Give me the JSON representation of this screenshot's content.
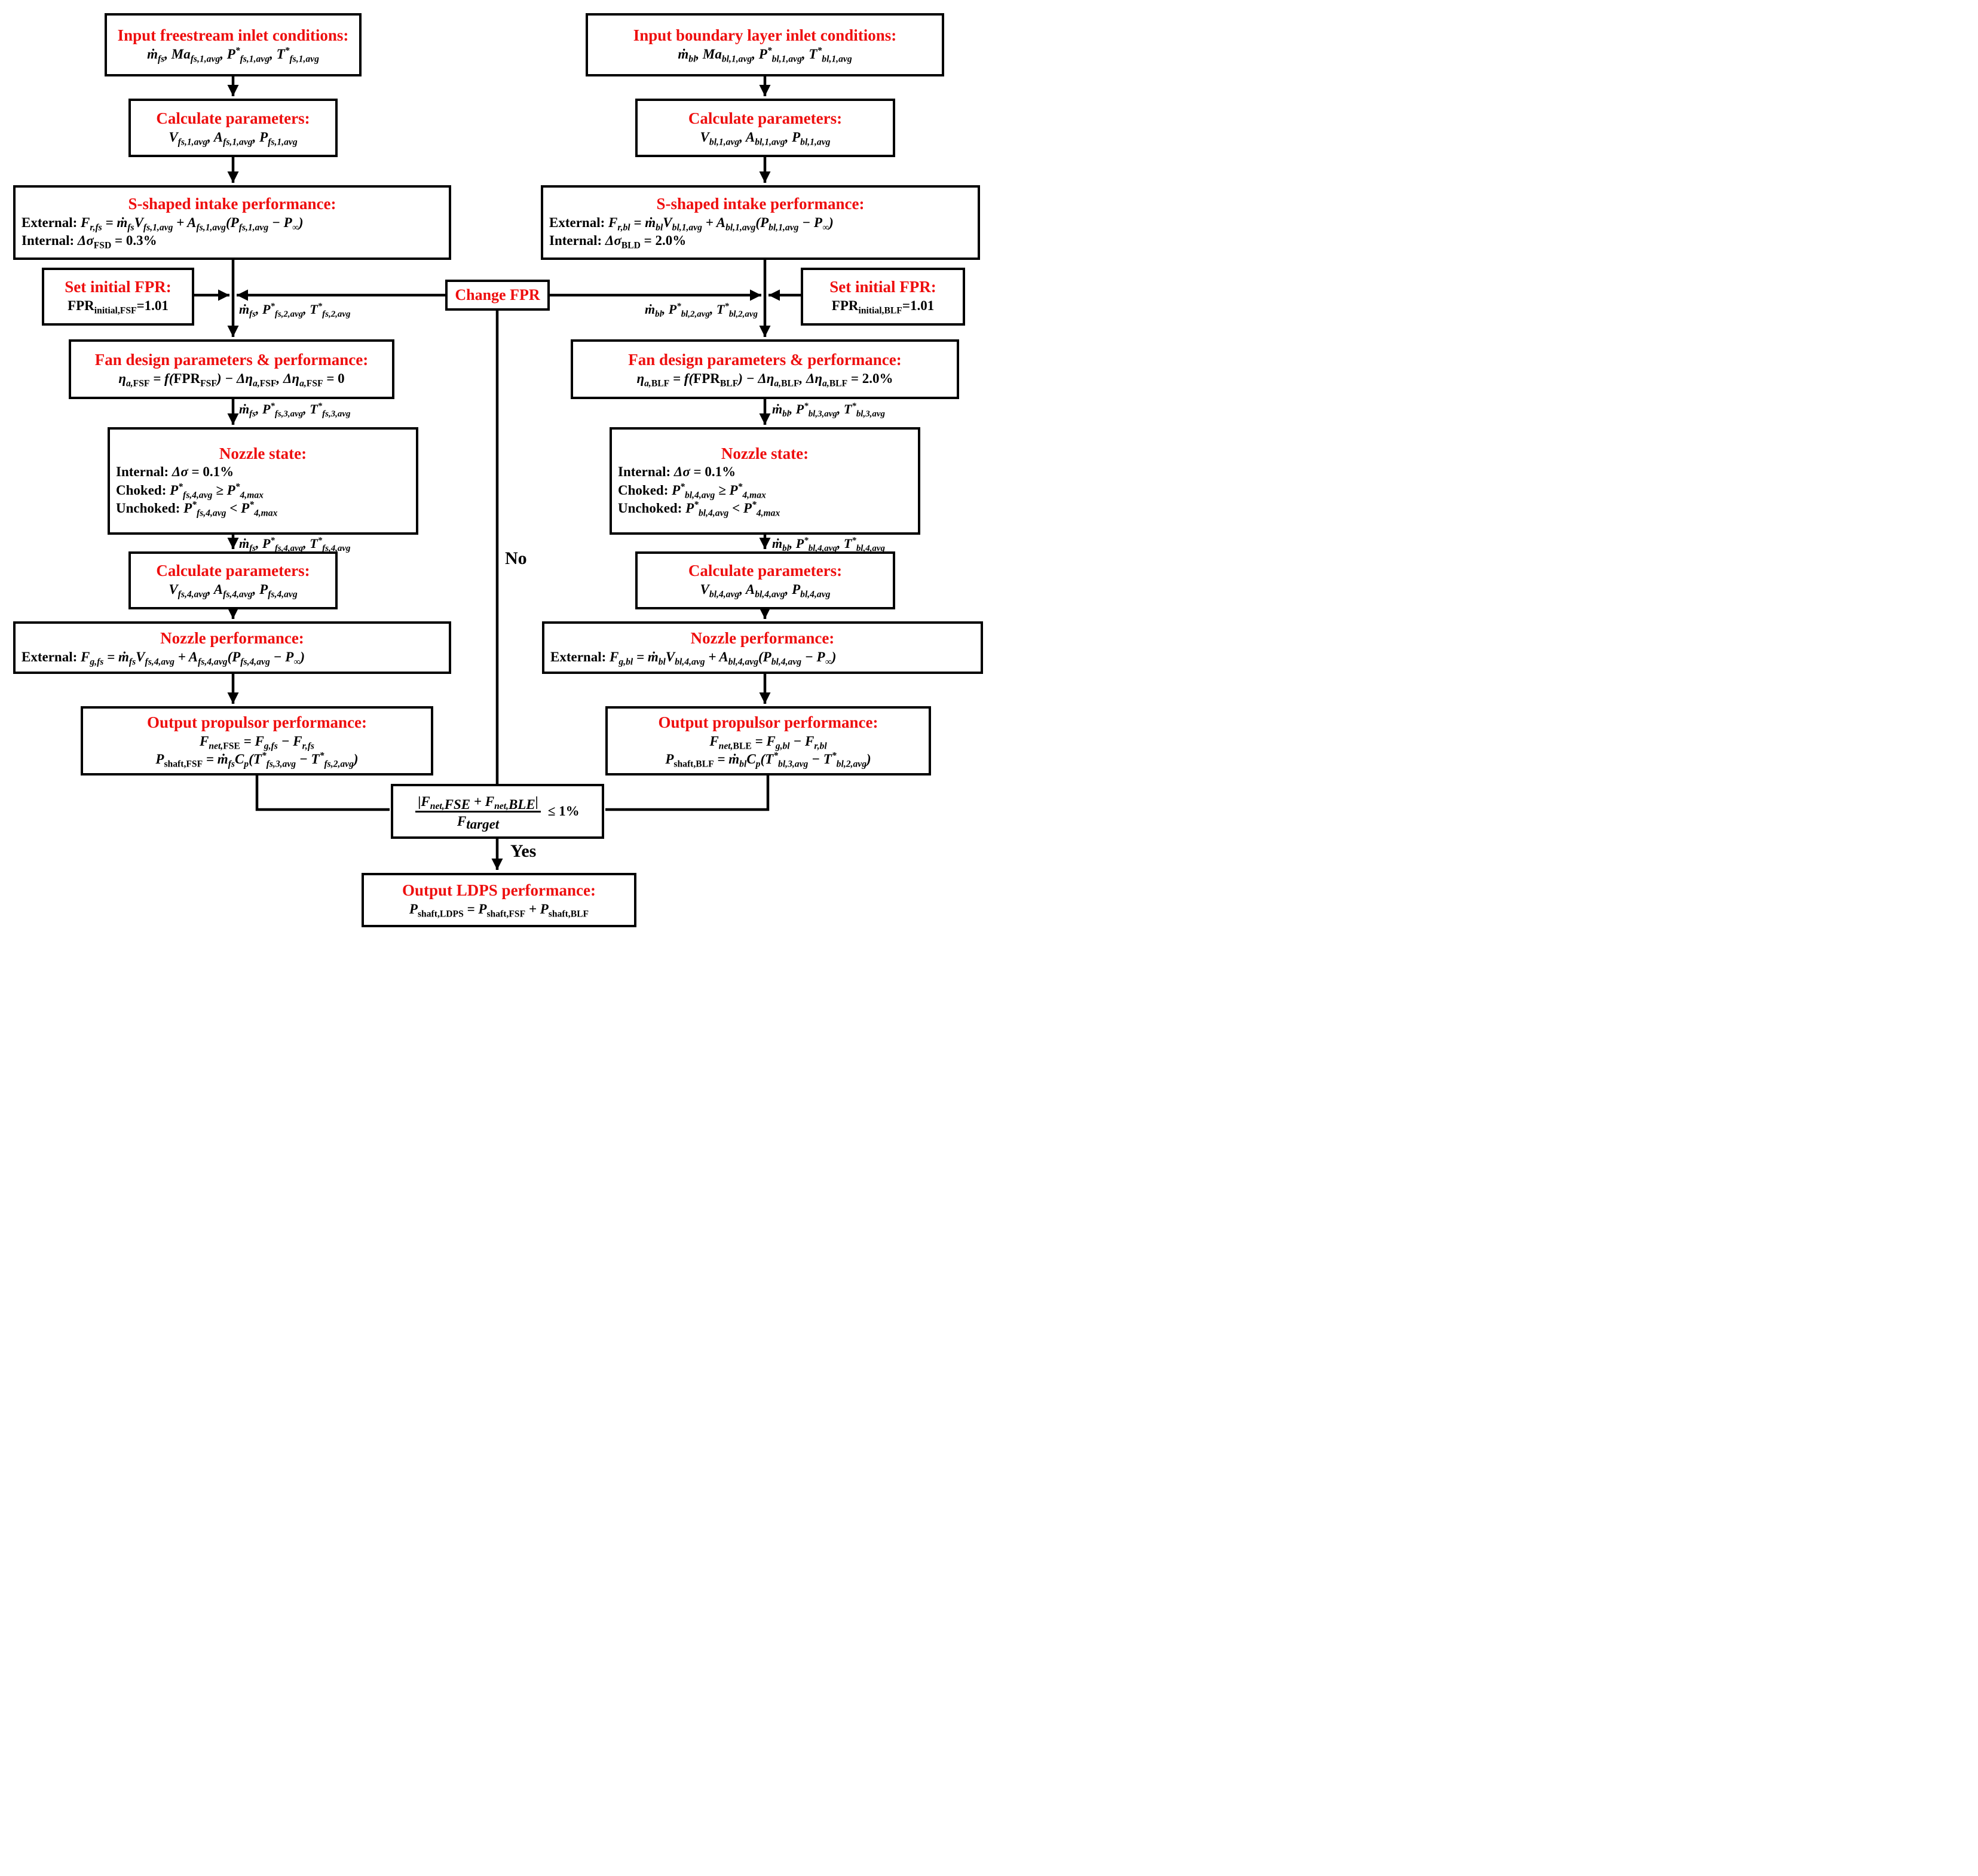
{
  "colors": {
    "title_red": "#ee0f0f",
    "line_black": "#000000",
    "background": "#ffffff"
  },
  "left": {
    "input": {
      "title": "Input freestream inlet conditions:",
      "lines": [
        "ṁ_{fs}, Ma_{fs,1,avg}, P^{*}_{fs,1,avg}, T^{*}_{fs,1,avg}"
      ]
    },
    "calc1": {
      "title": "Calculate parameters:",
      "lines": [
        "V_{fs,1,avg}, A_{fs,1,avg}, P_{fs,1,avg}"
      ]
    },
    "intake": {
      "title": "S-shaped intake performance:",
      "lines": [
        "!{External:} F_{r,fs} = ṁ_{fs}V_{fs,1,avg} + A_{fs,1,avg}(P_{fs,1,avg} − P_{∞})",
        "!{Internal:} Δσ_{!{FSD}} !{= 0.3%}"
      ]
    },
    "set_fpr": {
      "title": "Set initial FPR:",
      "lines": [
        "!{FPR}_{!{initial,FSF}}!{=1.01}"
      ]
    },
    "fan": {
      "title": "Fan design parameters & performance:",
      "lines": [
        "η_{a,!{FSF}} = f(!{FPR}_{!{FSF}}) − Δη_{a,!{FSF}}, Δη_{a,!{FSF}} !{= 0}"
      ]
    },
    "nozzle_state": {
      "title": "Nozzle state:",
      "lines": [
        "!{Internal:} Δσ !{= 0.1%}",
        "!{Choked:} P^{*}_{fs,4,avg} ≥ P^{*}_{4,max}",
        "!{Unchoked:} P^{*}_{fs,4,avg} < P^{*}_{4,max}"
      ]
    },
    "calc2": {
      "title": "Calculate parameters:",
      "lines": [
        "V_{fs,4,avg}, A_{fs,4,avg}, P_{fs,4,avg}"
      ]
    },
    "nozzle_perf": {
      "title": "Nozzle performance:",
      "lines": [
        "!{External:} F_{g,fs} = ṁ_{fs}V_{fs,4,avg} + A_{fs,4,avg}(P_{fs,4,avg} − P_{∞})"
      ]
    },
    "output": {
      "title": "Output propulsor performance:",
      "lines": [
        "F_{net,!{FSE}} = F_{g,fs} − F_{r,fs}",
        "P_{!{shaft,FSF}} = ṁ_{fs}C_{p}(T^{*}_{fs,3,avg} − T^{*}_{fs,2,avg})"
      ]
    },
    "labels": {
      "station2": "ṁ_{fs}, P^{*}_{fs,2,avg}, T^{*}_{fs,2,avg}",
      "station3": "ṁ_{fs}, P^{*}_{fs,3,avg}, T^{*}_{fs,3,avg}",
      "station4": "ṁ_{fs}, P^{*}_{fs,4,avg}, T^{*}_{fs,4,avg}"
    }
  },
  "right": {
    "input": {
      "title": "Input boundary layer inlet conditions:",
      "lines": [
        "ṁ_{bl}, Ma_{bl,1,avg}, P^{*}_{bl,1,avg}, T^{*}_{bl,1,avg}"
      ]
    },
    "calc1": {
      "title": "Calculate parameters:",
      "lines": [
        "V_{bl,1,avg}, A_{bl,1,avg}, P_{bl,1,avg}"
      ]
    },
    "intake": {
      "title": "S-shaped intake performance:",
      "lines": [
        "!{External:} F_{r,bl} = ṁ_{bl}V_{bl,1,avg} + A_{bl,1,avg}(P_{bl,1,avg} − P_{∞})",
        "!{Internal:} Δσ_{!{BLD}} !{= 2.0%}"
      ]
    },
    "set_fpr": {
      "title": "Set initial FPR:",
      "lines": [
        "!{FPR}_{!{initial,BLF}}!{=1.01}"
      ]
    },
    "fan": {
      "title": "Fan design parameters & performance:",
      "lines": [
        "η_{a,!{BLF}} = f(!{FPR}_{!{BLF}}) − Δη_{a,!{BLF}}, Δη_{a,!{BLF}} !{= 2.0%}"
      ]
    },
    "nozzle_state": {
      "title": "Nozzle state:",
      "lines": [
        "!{Internal:} Δσ !{= 0.1%}",
        "!{Choked:} P^{*}_{bl,4,avg} ≥ P^{*}_{4,max}",
        "!{Unchoked:} P^{*}_{bl,4,avg} < P^{*}_{4,max}"
      ]
    },
    "calc2": {
      "title": "Calculate parameters:",
      "lines": [
        "V_{bl,4,avg}, A_{bl,4,avg}, P_{bl,4,avg}"
      ]
    },
    "nozzle_perf": {
      "title": "Nozzle performance:",
      "lines": [
        "!{External:} F_{g,bl} = ṁ_{bl}V_{bl,4,avg} + A_{bl,4,avg}(P_{bl,4,avg} − P_{∞})"
      ]
    },
    "output": {
      "title": "Output propulsor performance:",
      "lines": [
        "F_{net,!{BLE}} = F_{g,bl} − F_{r,bl}",
        "P_{!{shaft,BLF}} = ṁ_{bl}C_{p}(T^{*}_{bl,3,avg} − T^{*}_{bl,2,avg})"
      ]
    },
    "labels": {
      "station2": "ṁ_{bl}, P^{*}_{bl,2,avg}, T^{*}_{bl,2,avg}",
      "station3": "ṁ_{bl}, P^{*}_{bl,3,avg}, T^{*}_{bl,3,avg}",
      "station4": "ṁ_{bl}, P^{*}_{bl,4,avg}, T^{*}_{bl,4,avg}"
    }
  },
  "middle": {
    "change_fpr": {
      "title": "Change FPR"
    },
    "no_label": "No",
    "yes_label": "Yes",
    "check": {
      "numerator": "|F_{net,!{FSE}} + F_{net,!{BLE}}|",
      "denominator": "F_{!{target}}",
      "condition": "!{≤ 1%}"
    },
    "final": {
      "title": "Output LDPS performance:",
      "lines": [
        "P_{!{shaft,LDPS}} = P_{!{shaft,FSF}} + P_{!{shaft,BLF}}"
      ]
    }
  }
}
